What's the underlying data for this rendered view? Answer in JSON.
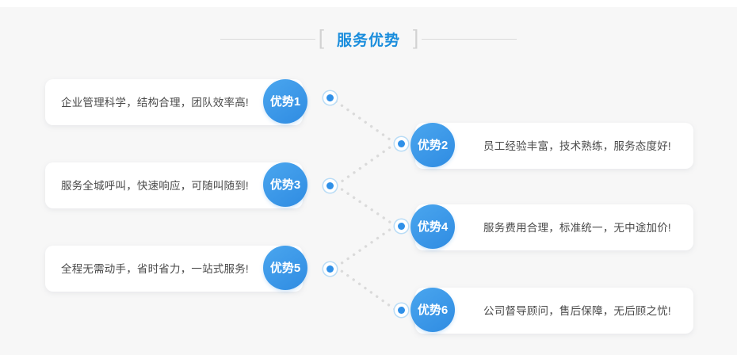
{
  "header": {
    "title": "服务优势",
    "bracket_left": "[",
    "bracket_right": "]"
  },
  "theme": {
    "accent": "#2f8ce2",
    "title_color": "#1a8ddc",
    "page_bg": "#f7f7f7",
    "card_bg": "#ffffff",
    "text_color": "#4a4a4a",
    "rule_color": "#dcdcdc",
    "bracket_color": "#d2d2d2",
    "marker_dot": "#2f90e8",
    "marker_ring": "#b9dcf6"
  },
  "advantages": [
    {
      "badge": "优势1",
      "text": "企业管理科学，结构合理，团队效率高!",
      "side": "left"
    },
    {
      "badge": "优势2",
      "text": "员工经验丰富，技术熟练，服务态度好!",
      "side": "right"
    },
    {
      "badge": "优势3",
      "text": "服务全城呼叫，快速响应，可随叫随到!",
      "side": "left"
    },
    {
      "badge": "优势4",
      "text": "服务费用合理，标准统一，无中途加价!",
      "side": "right"
    },
    {
      "badge": "优势5",
      "text": "全程无需动手，省时省力，一站式服务!",
      "side": "left"
    },
    {
      "badge": "优势6",
      "text": "公司督导顾问，售后保障，无后顾之忧!",
      "side": "right"
    }
  ]
}
